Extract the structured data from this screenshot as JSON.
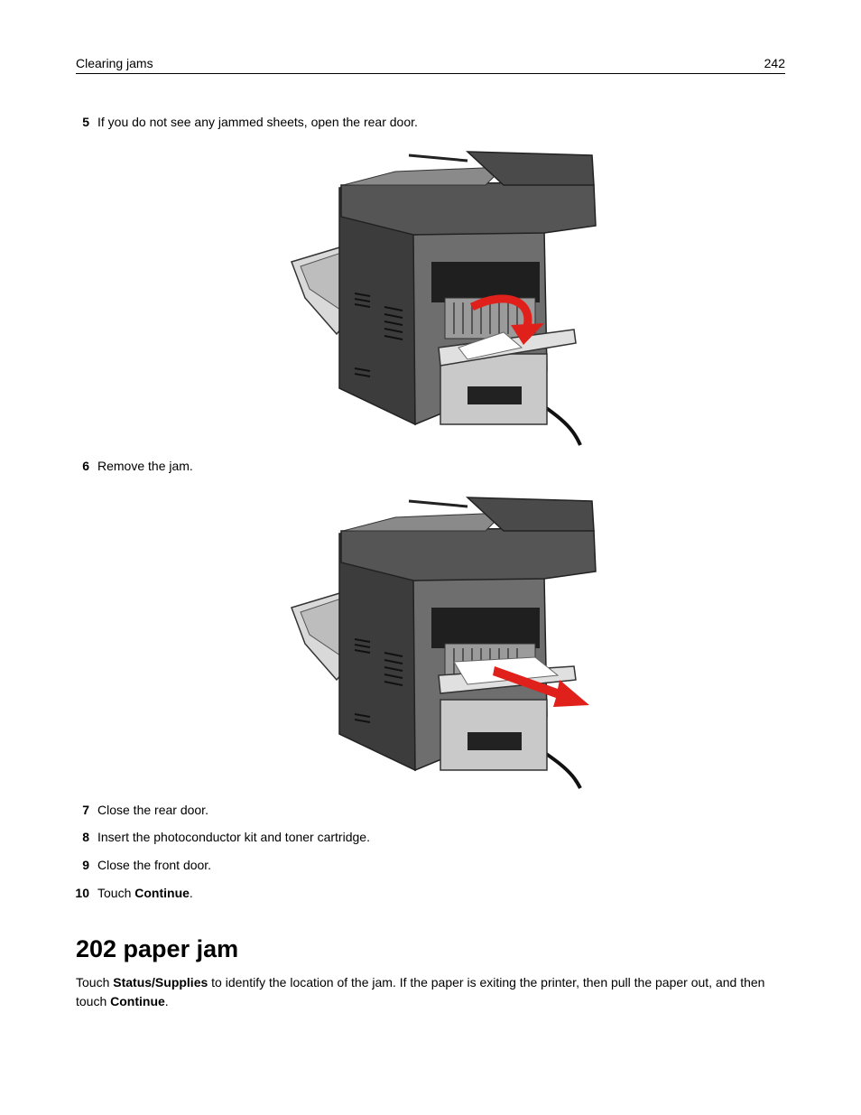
{
  "header": {
    "section": "Clearing jams",
    "page_number": "242"
  },
  "steps": [
    {
      "num": "5",
      "text": "If you do not see any jammed sheets, open the rear door."
    },
    {
      "num": "6",
      "text": "Remove the jam."
    },
    {
      "num": "7",
      "text": "Close the rear door."
    },
    {
      "num": "8",
      "text": "Insert the photoconductor kit and toner cartridge."
    },
    {
      "num": "9",
      "text": "Close the front door."
    },
    {
      "num": "10",
      "pre": "Touch ",
      "bold": "Continue",
      "post": "."
    }
  ],
  "figures": [
    {
      "icon": "printer-rear-door-open-illustration",
      "arrow_color": "#e0201a"
    },
    {
      "icon": "printer-remove-jam-illustration",
      "arrow_color": "#e0201a"
    }
  ],
  "section": {
    "heading": "202 paper jam",
    "para": {
      "p1": "Touch ",
      "b1": "Status/Supplies",
      "p2": " to identify the location of the jam. If the paper is exiting the printer, then pull the paper out, and then touch ",
      "b2": "Continue",
      "p3": "."
    }
  }
}
